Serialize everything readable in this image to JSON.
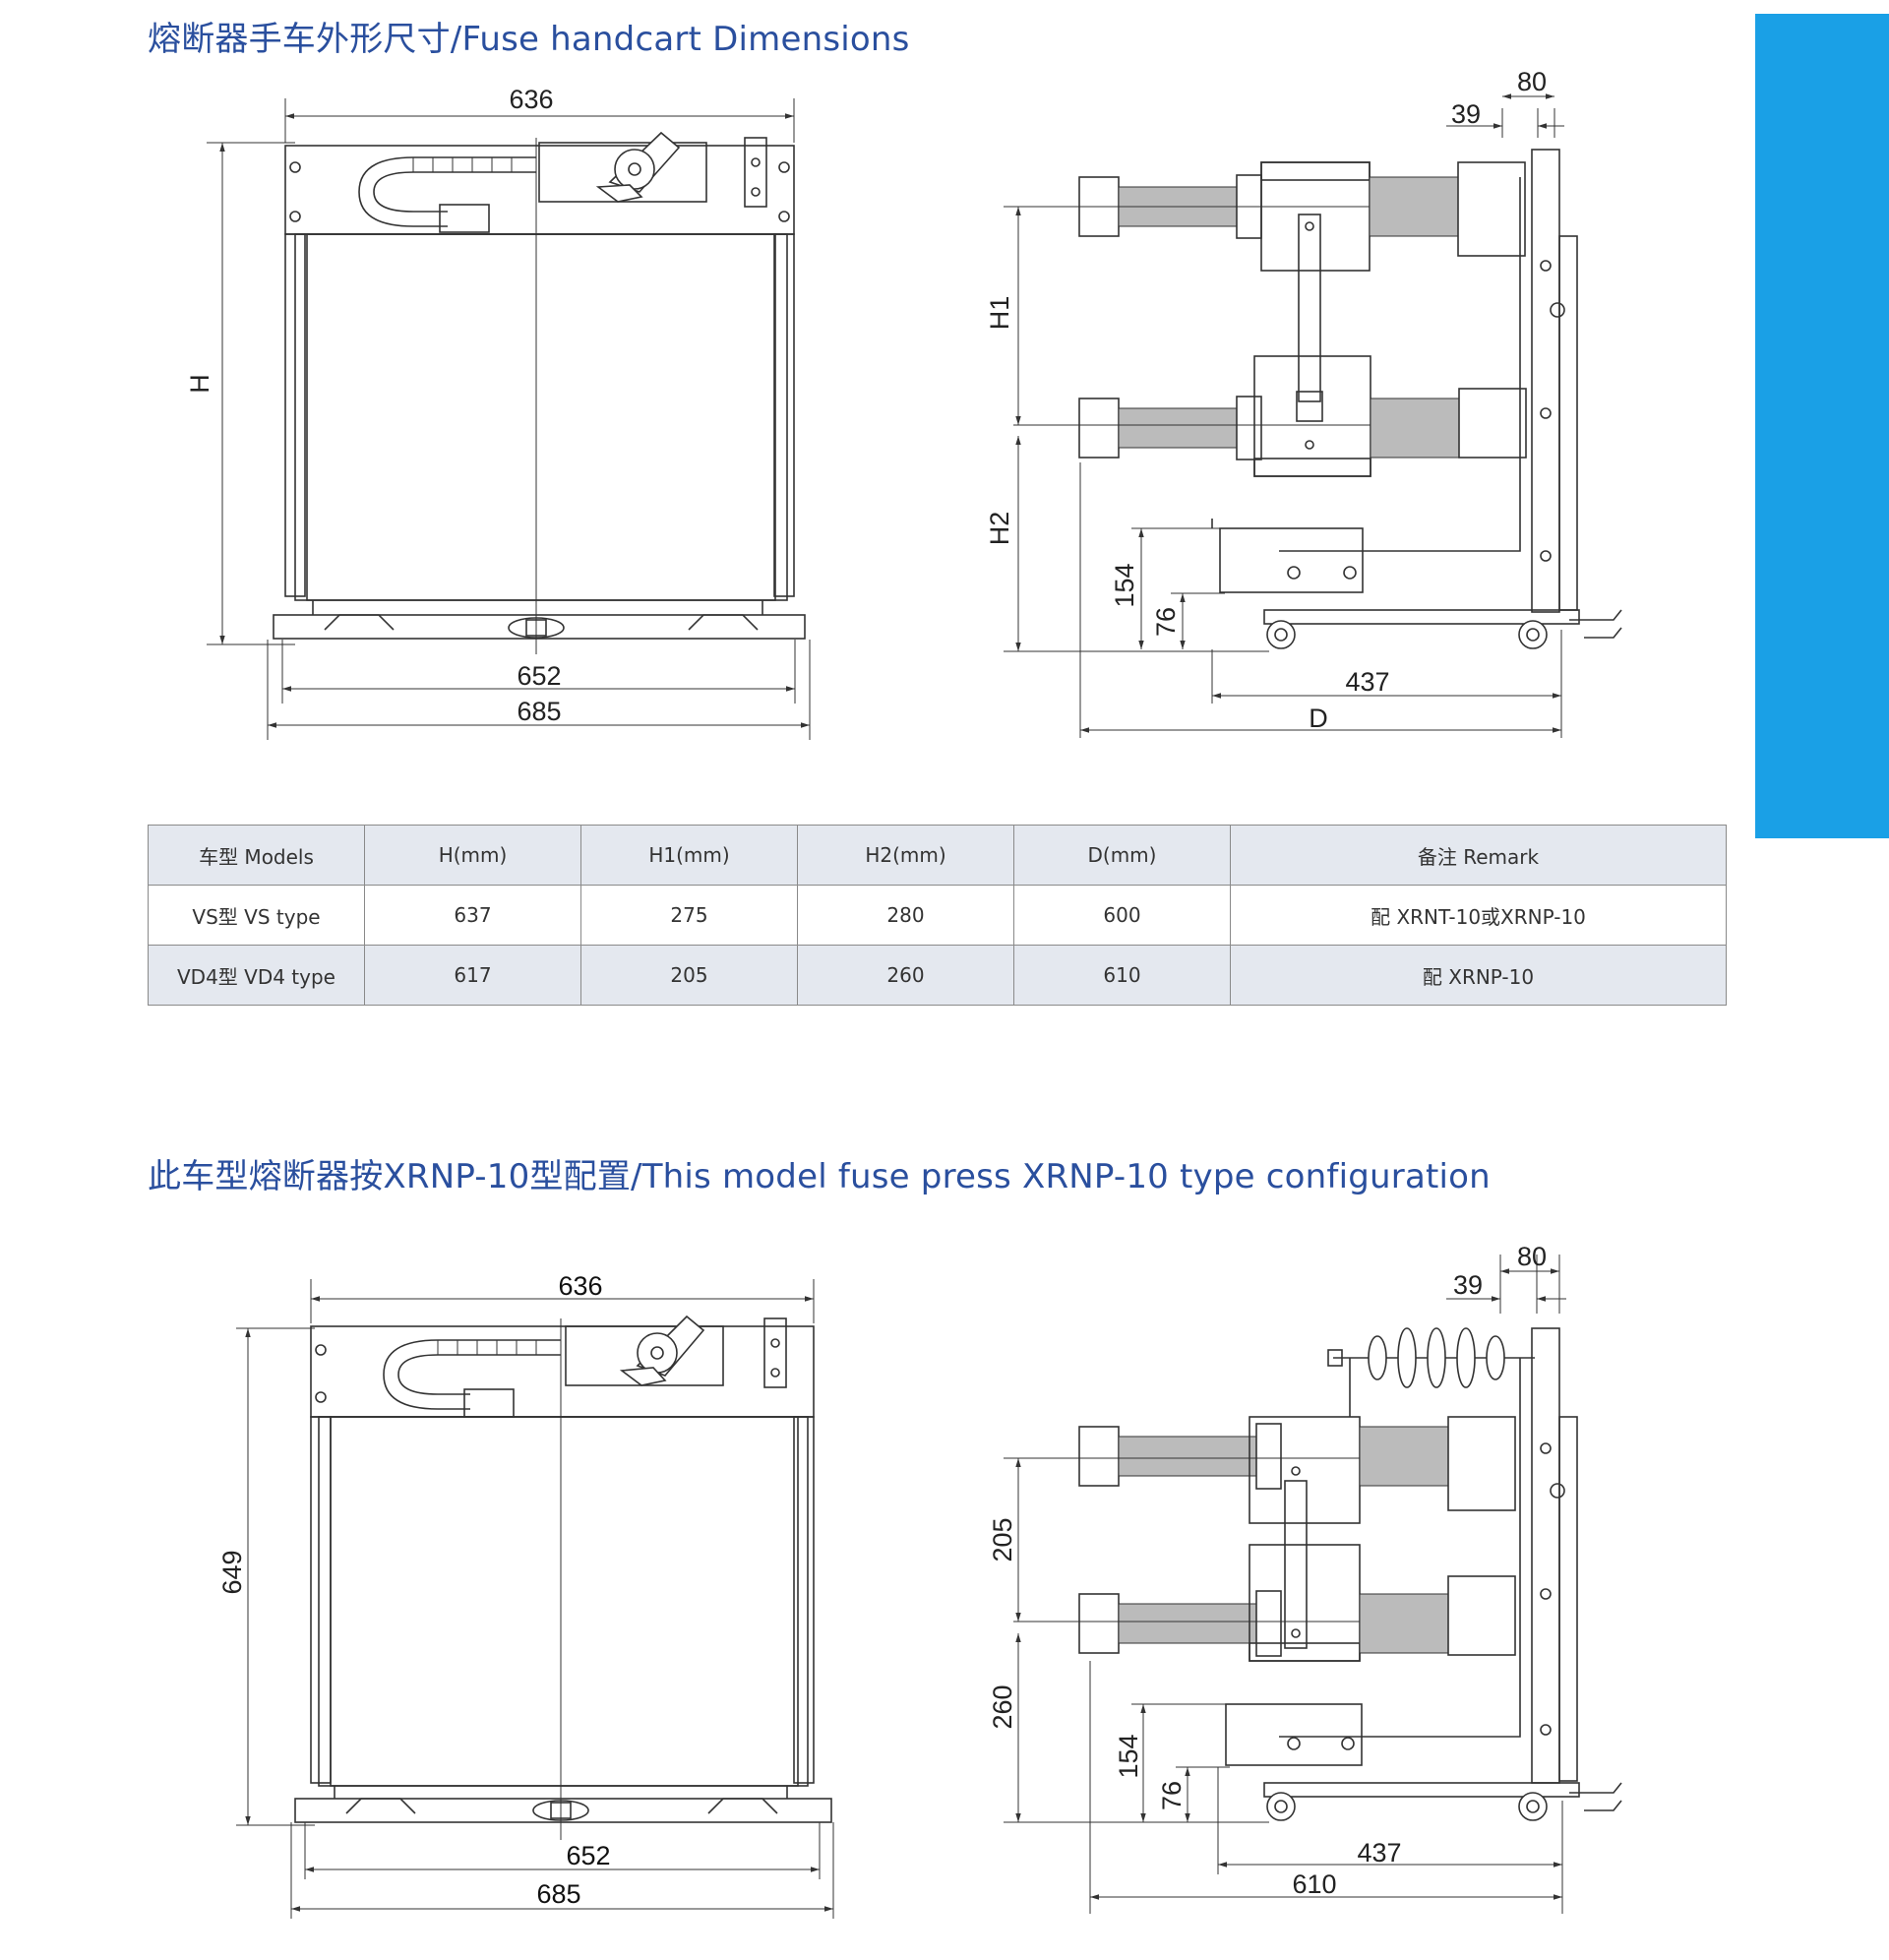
{
  "titles": {
    "section1": "熔断器手车外形尺寸/Fuse handcart Dimensions",
    "section2": "此车型熔断器按XRNP-10型配置/This model fuse press XRNP-10 type configuration"
  },
  "colors": {
    "accent_bar": "#1aa0e6",
    "title_text": "#2a4f9e",
    "table_header_bg": "#e4e8ef"
  },
  "diagram1": {
    "front": {
      "width_top": "636",
      "height": "H",
      "width_rail": "652",
      "width_base": "685"
    },
    "side": {
      "dim_80": "80",
      "dim_39": "39",
      "h1": "H1",
      "h2": "H2",
      "dim_154": "154",
      "dim_76": "76",
      "dim_437": "437",
      "depth": "D"
    }
  },
  "table": {
    "headers": [
      "车型 Models",
      "H(mm)",
      "H1(mm)",
      "H2(mm)",
      "D(mm)",
      "备注 Remark"
    ],
    "rows": [
      [
        "VS型 VS type",
        "637",
        "275",
        "280",
        "600",
        "配 XRNT-10或XRNP-10"
      ],
      [
        "VD4型 VD4 type",
        "617",
        "205",
        "260",
        "610",
        "配 XRNP-10"
      ]
    ]
  },
  "diagram2": {
    "front": {
      "width_top": "636",
      "height": "649",
      "width_rail": "652",
      "width_base": "685"
    },
    "side": {
      "dim_80": "80",
      "dim_39": "39",
      "h1": "205",
      "h2": "260",
      "dim_154": "154",
      "dim_76": "76",
      "dim_437": "437",
      "depth": "610"
    }
  }
}
